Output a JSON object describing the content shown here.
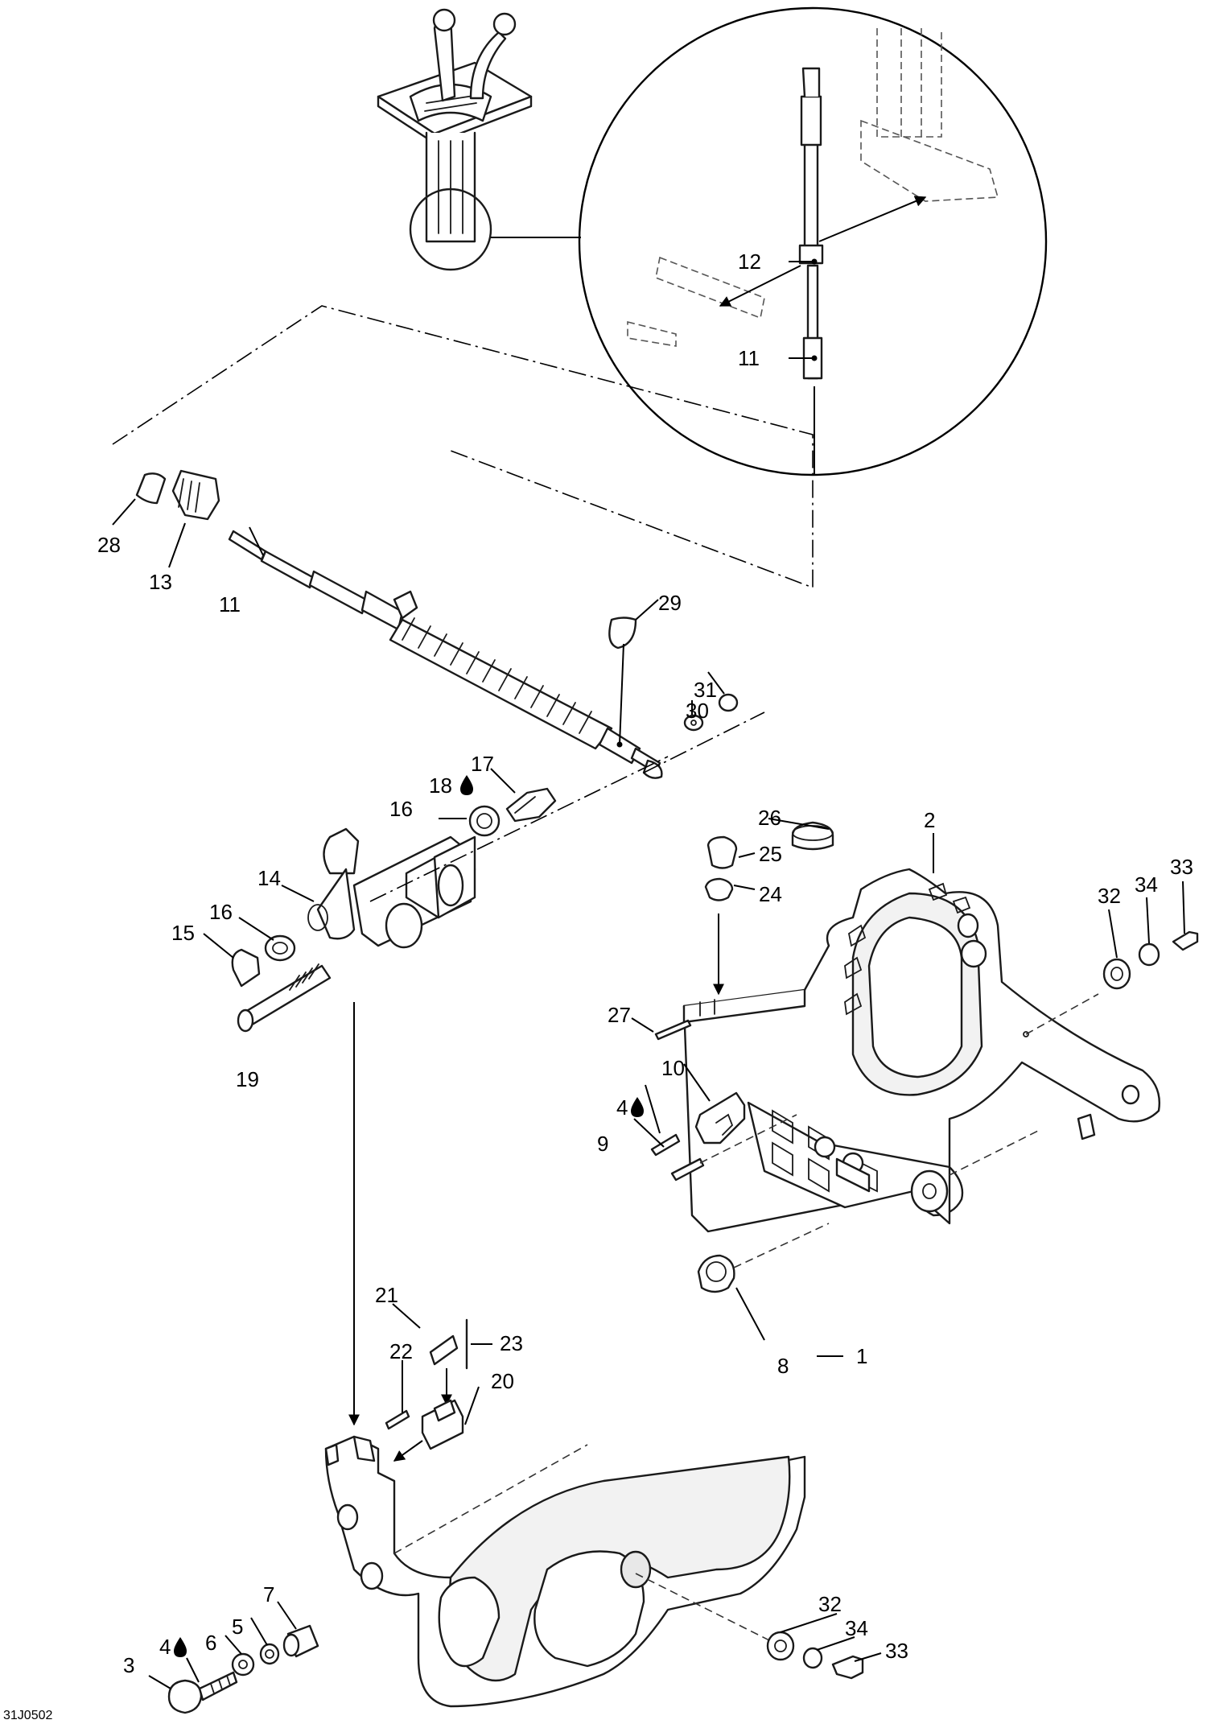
{
  "figure_code": "31J0502",
  "markers": {
    "adhesive_drop": "drop-icon"
  },
  "callouts": [
    {
      "id": "c-1",
      "label": "1"
    },
    {
      "id": "c-2",
      "label": "2"
    },
    {
      "id": "c-3",
      "label": "3"
    },
    {
      "id": "c-4a",
      "label": "4"
    },
    {
      "id": "c-4b",
      "label": "4"
    },
    {
      "id": "c-5",
      "label": "5"
    },
    {
      "id": "c-6",
      "label": "6"
    },
    {
      "id": "c-7",
      "label": "7"
    },
    {
      "id": "c-8",
      "label": "8"
    },
    {
      "id": "c-9",
      "label": "9"
    },
    {
      "id": "c-10",
      "label": "10"
    },
    {
      "id": "c-11a",
      "label": "11"
    },
    {
      "id": "c-11b",
      "label": "11"
    },
    {
      "id": "c-12",
      "label": "12"
    },
    {
      "id": "c-13",
      "label": "13"
    },
    {
      "id": "c-14",
      "label": "14"
    },
    {
      "id": "c-15",
      "label": "15"
    },
    {
      "id": "c-16a",
      "label": "16"
    },
    {
      "id": "c-16b",
      "label": "16"
    },
    {
      "id": "c-17",
      "label": "17"
    },
    {
      "id": "c-18",
      "label": "18"
    },
    {
      "id": "c-19",
      "label": "19"
    },
    {
      "id": "c-20",
      "label": "20"
    },
    {
      "id": "c-21",
      "label": "21"
    },
    {
      "id": "c-22",
      "label": "22"
    },
    {
      "id": "c-23",
      "label": "23"
    },
    {
      "id": "c-24",
      "label": "24"
    },
    {
      "id": "c-25",
      "label": "25"
    },
    {
      "id": "c-26",
      "label": "26"
    },
    {
      "id": "c-27",
      "label": "27"
    },
    {
      "id": "c-28",
      "label": "28"
    },
    {
      "id": "c-29",
      "label": "29"
    },
    {
      "id": "c-30",
      "label": "30"
    },
    {
      "id": "c-31",
      "label": "31"
    },
    {
      "id": "c-32a",
      "label": "32"
    },
    {
      "id": "c-32b",
      "label": "32"
    },
    {
      "id": "c-33a",
      "label": "33"
    },
    {
      "id": "c-33b",
      "label": "33"
    },
    {
      "id": "c-34a",
      "label": "34"
    },
    {
      "id": "c-34b",
      "label": "34"
    }
  ]
}
